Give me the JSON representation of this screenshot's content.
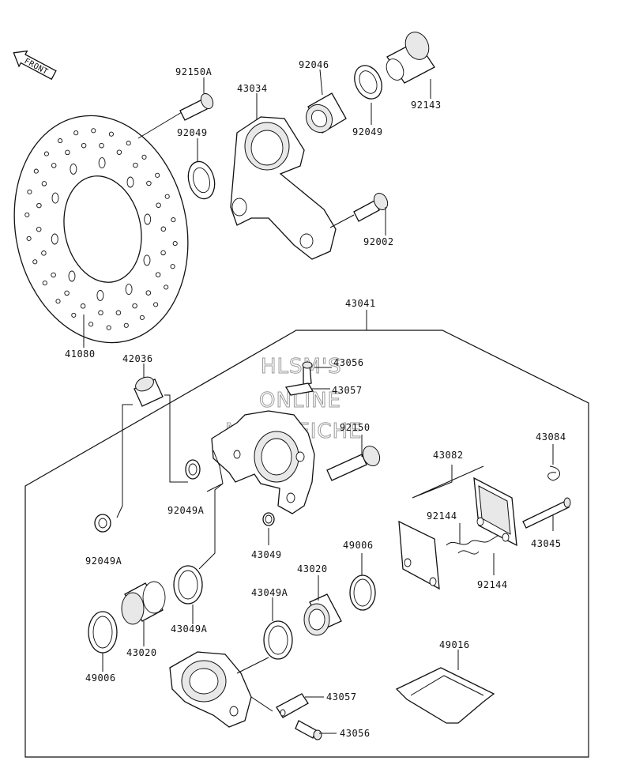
{
  "diagram": {
    "front_label": "FRONT",
    "watermark": [
      "HLSM'S",
      "ONLINE",
      "MICROFICHE"
    ],
    "parts": {
      "p92150A": "92150A",
      "p43034": "43034",
      "p92046": "92046",
      "p92143": "92143",
      "p92049_top": "92049",
      "p92049_right": "92049",
      "p92002": "92002",
      "p41080": "41080",
      "p43041": "43041",
      "p42036": "42036",
      "p43056_top": "43056",
      "p43057_top": "43057",
      "p92150": "92150",
      "p43084": "43084",
      "p43082": "43082",
      "p92049A_mid": "92049A",
      "p92049A_left": "92049A",
      "p92144_a": "92144",
      "p92144_b": "92144",
      "p43045": "43045",
      "p43049": "43049",
      "p49006_right": "49006",
      "p43020_right": "43020",
      "p43049A_top": "43049A",
      "p43049A_left": "43049A",
      "p43020_left": "43020",
      "p49006_left": "49006",
      "p49016": "49016",
      "p43057_bottom": "43057",
      "p43056_bottom": "43056"
    }
  }
}
